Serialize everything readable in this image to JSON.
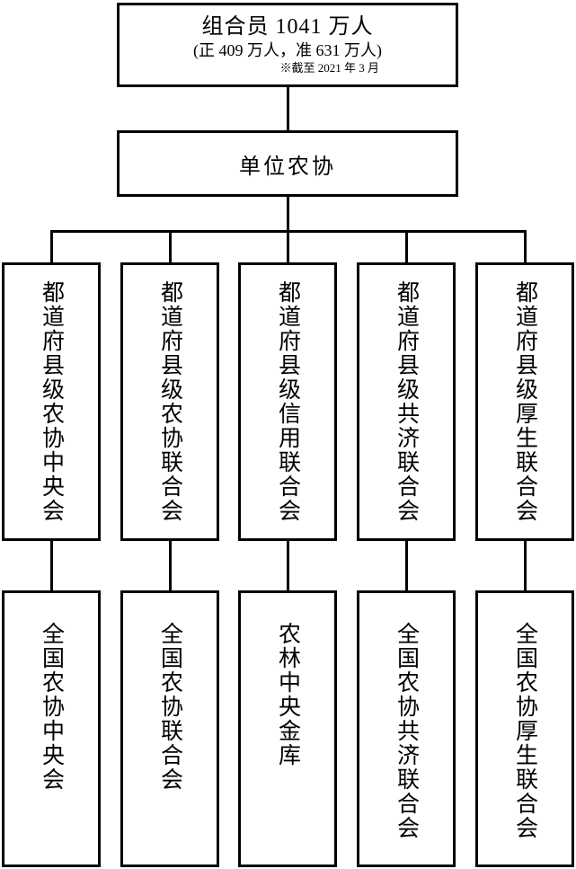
{
  "title_box": {
    "line1": "组合员 1041 万人",
    "line2": "(正 409 万人，准 631 万人)",
    "line3": "※截至 2021 年 3 月"
  },
  "unit_box": {
    "label": "单位农协"
  },
  "columns": [
    {
      "prefectural": "都道府县级农协中央会",
      "national": "全国农协中央会"
    },
    {
      "prefectural": "都道府县级农协联合会",
      "national": "全国农协联合会"
    },
    {
      "prefectural": "都道府县级信用联合会",
      "national": "农林中央金库"
    },
    {
      "prefectural": "都道府县级共济联合会",
      "national": "全国农协共济联合会"
    },
    {
      "prefectural": "都道府县级厚生联合会",
      "national": "全国农协厚生联合会"
    }
  ],
  "colors": {
    "line": "#000000",
    "background": "#ffffff",
    "text": "#000000"
  }
}
